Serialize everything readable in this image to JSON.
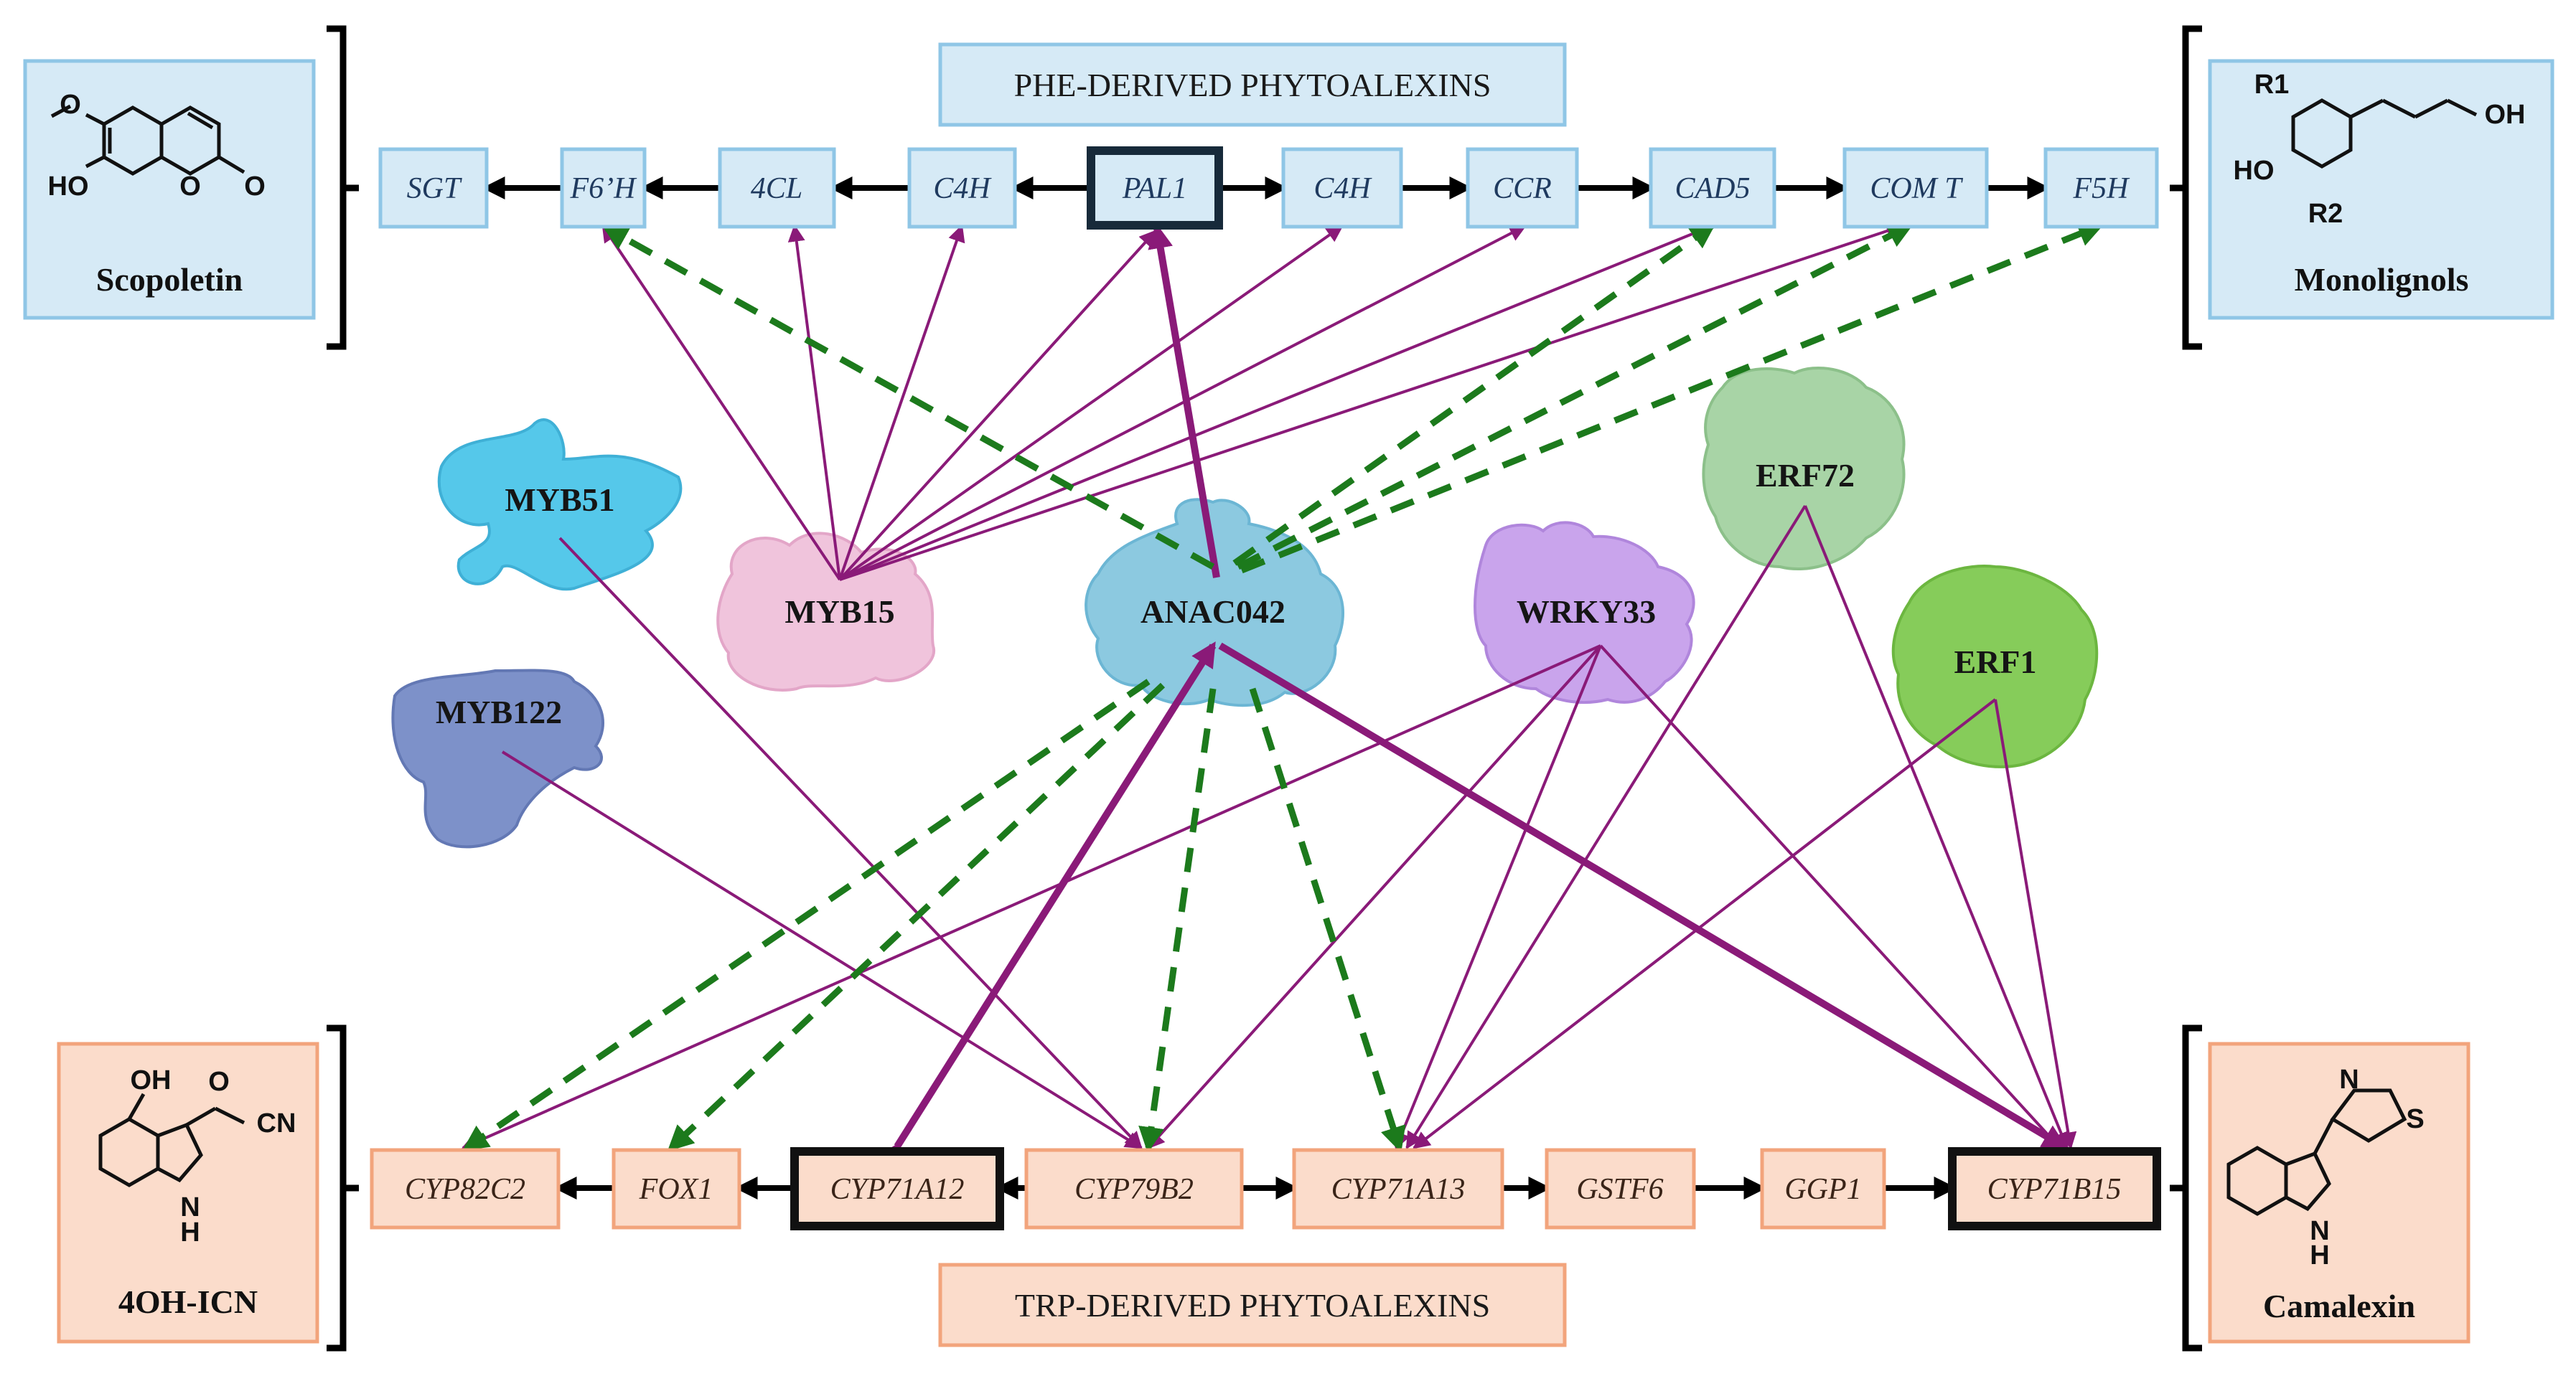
{
  "titles": {
    "phe": "PHE-DERIVED PHYTOALEXINS",
    "trp": "TRP-DERIVED PHYTOALEXINS"
  },
  "phe_genes": [
    "SGT",
    "F6’H",
    "4CL",
    "C4H",
    "PAL1",
    "C4H",
    "CCR",
    "CAD5",
    "COM T",
    "F5H"
  ],
  "trp_genes": [
    "CYP82C2",
    "FOX1",
    "CYP71A12",
    "CYP79B2",
    "CYP71A13",
    "GSTF6",
    "GGP1",
    "CYP71B15"
  ],
  "compounds": {
    "scopoletin": {
      "label": "Scopoletin",
      "atoms": [
        "O",
        "HO",
        "O",
        "O"
      ]
    },
    "monolignols": {
      "label": "Monolignols",
      "atoms": [
        "R1",
        "HO",
        "R2",
        "OH"
      ]
    },
    "hydroxy_icn": {
      "label": "4OH-ICN",
      "atoms": [
        "OH",
        "O",
        "CN",
        "N",
        "H"
      ]
    },
    "camalexin": {
      "label": "Camalexin",
      "atoms": [
        "N",
        "S",
        "N",
        "H"
      ]
    }
  },
  "transcription_factors": [
    "MYB51",
    "MYB15",
    "ANAC042",
    "MYB122",
    "WRKY33",
    "ERF72",
    "ERF1"
  ],
  "colors": {
    "phe_box": "#d6eaf6",
    "phe_border": "#8fc6e6",
    "trp_box": "#fbdccb",
    "trp_border": "#f2a47c",
    "activation": "#8a1a78",
    "dashed_regulation": "#1c7a1c",
    "pathway_arrow": "#000000",
    "MYB51": "#55c8ea",
    "MYB15": "#f0c4dc",
    "ANAC042": "#8cc9e0",
    "MYB122": "#7d91c9",
    "WRKY33": "#c9a4ec",
    "ERF72": "#a8d4a6",
    "ERF1": "#86cc5a"
  }
}
